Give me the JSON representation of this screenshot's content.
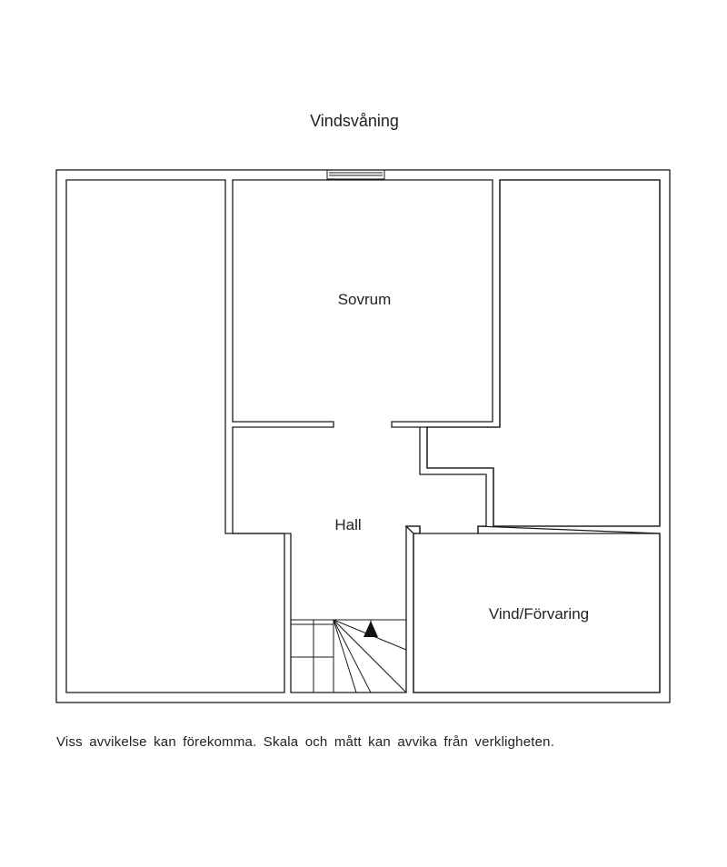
{
  "plan": {
    "title": "Vindsvåning",
    "rooms": {
      "sovrum": "Sovrum",
      "hall": "Hall",
      "vind": "Vind/Förvaring"
    }
  },
  "footer": {
    "disclaimer": "Viss avvikelse kan förekomma. Skala och mått kan avvika från verkligheten."
  },
  "colors": {
    "line": "#1a1a1a",
    "background": "#ffffff"
  }
}
